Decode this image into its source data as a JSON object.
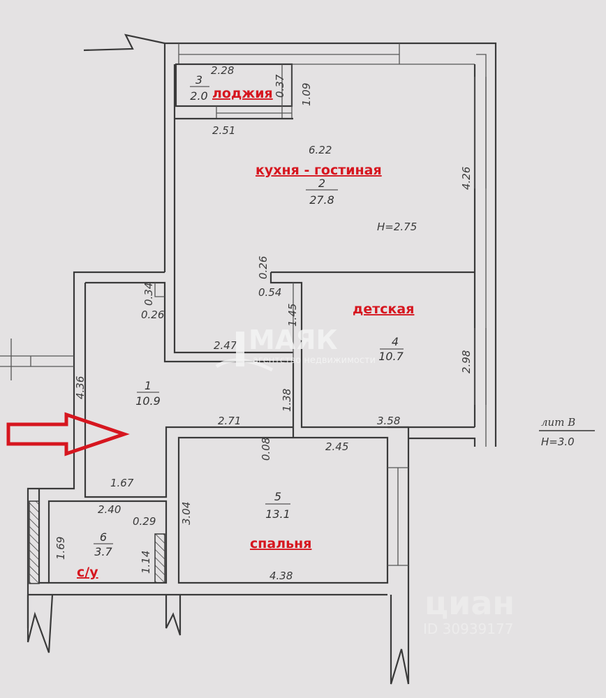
{
  "rooms": [
    {
      "name_label": "лоджия",
      "number": "3",
      "area": "2.0"
    },
    {
      "name_label": "кухня - гостиная",
      "number": "2",
      "area": "27.8"
    },
    {
      "name_label": "детская",
      "number": "4",
      "area": "10.7"
    },
    {
      "name_label": "",
      "number": "1",
      "area": "10.9"
    },
    {
      "name_label": "спальня",
      "number": "5",
      "area": "13.1"
    },
    {
      "name_label": "с/у",
      "number": "6",
      "area": "3.7"
    }
  ],
  "dimensions": {
    "loggia_width": "2.28",
    "loggia_depth": "0.37",
    "loggia_side": "1.09",
    "loggia_bottom": "2.51",
    "kitchen_width": "6.22",
    "kitchen_depth": "4.26",
    "kitchen_height": "H=2.75",
    "d026a": "0.26",
    "d054": "0.54",
    "d145": "1.45",
    "d034": "0.34",
    "d026b": "0.26",
    "d247": "2.47",
    "kids_depth": "2.98",
    "kids_width": "3.58",
    "hall_depth": "4.36",
    "d138": "1.38",
    "d271": "2.71",
    "d167": "1.67",
    "d008": "0.08",
    "d245": "2.45",
    "bed_depth": "3.04",
    "bed_width": "4.38",
    "bath_width": "2.40",
    "d029": "0.29",
    "bath_depth": "1.69",
    "d114": "1.14"
  },
  "legend": {
    "lit": "лит В",
    "height": "H=3.0"
  },
  "watermarks": {
    "agency": "МАЯК",
    "agency_sub": "агентство недвижимости",
    "site": "циан",
    "id": "ID 30939177"
  },
  "colors": {
    "accent_red": "#d6161f",
    "line": "#3a3a3a",
    "paper": "#e4e2e3"
  }
}
